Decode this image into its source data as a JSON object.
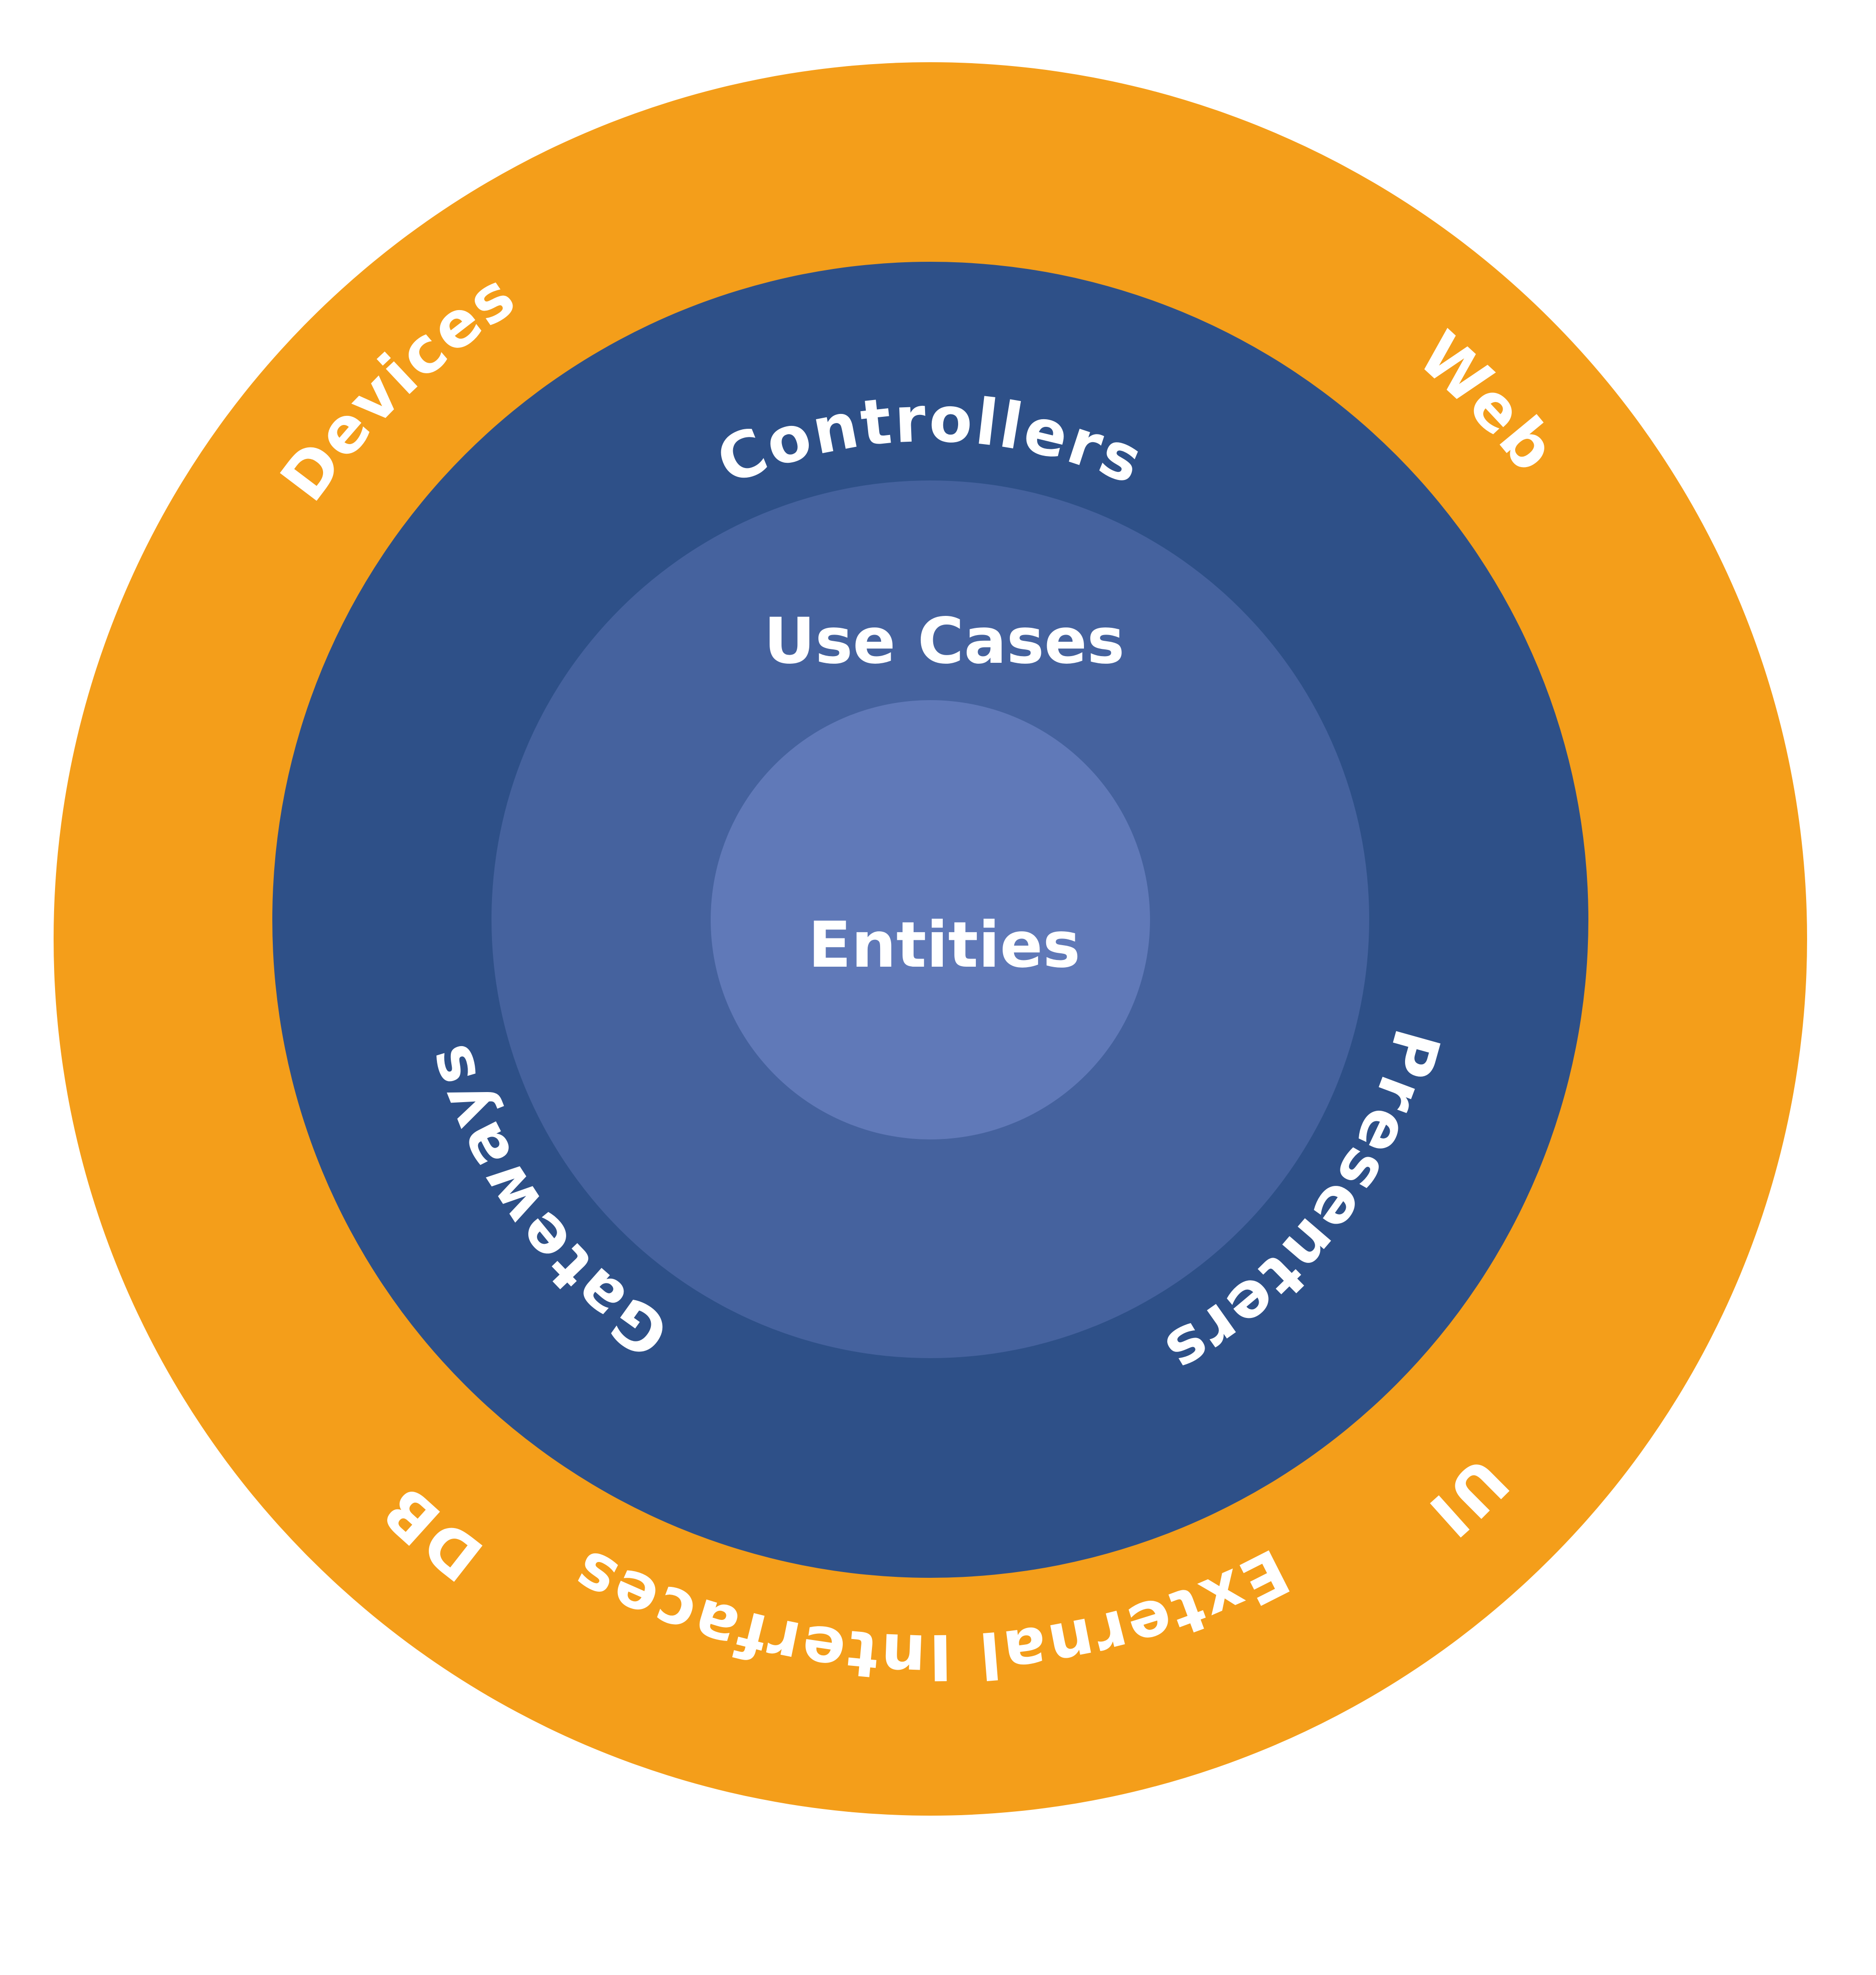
{
  "title": "Clean Architecture layers",
  "colors": {
    "external_ring": "#F49E1A",
    "adapters_ring": "#2E5088",
    "use_cases_ring": "#45629E",
    "entities_core": "#6079B8",
    "text": "#FFFFFF",
    "background": "#FFFFFF"
  },
  "layers": {
    "external": {
      "name": "External Interfaces",
      "items": [
        "Devices",
        "Web",
        "UI",
        "DB"
      ]
    },
    "adapters": {
      "items": [
        "Controllers",
        "Presenters",
        "Gateways"
      ]
    },
    "use_cases": {
      "name": "Use Cases"
    },
    "entities": {
      "name": "Entities"
    }
  }
}
